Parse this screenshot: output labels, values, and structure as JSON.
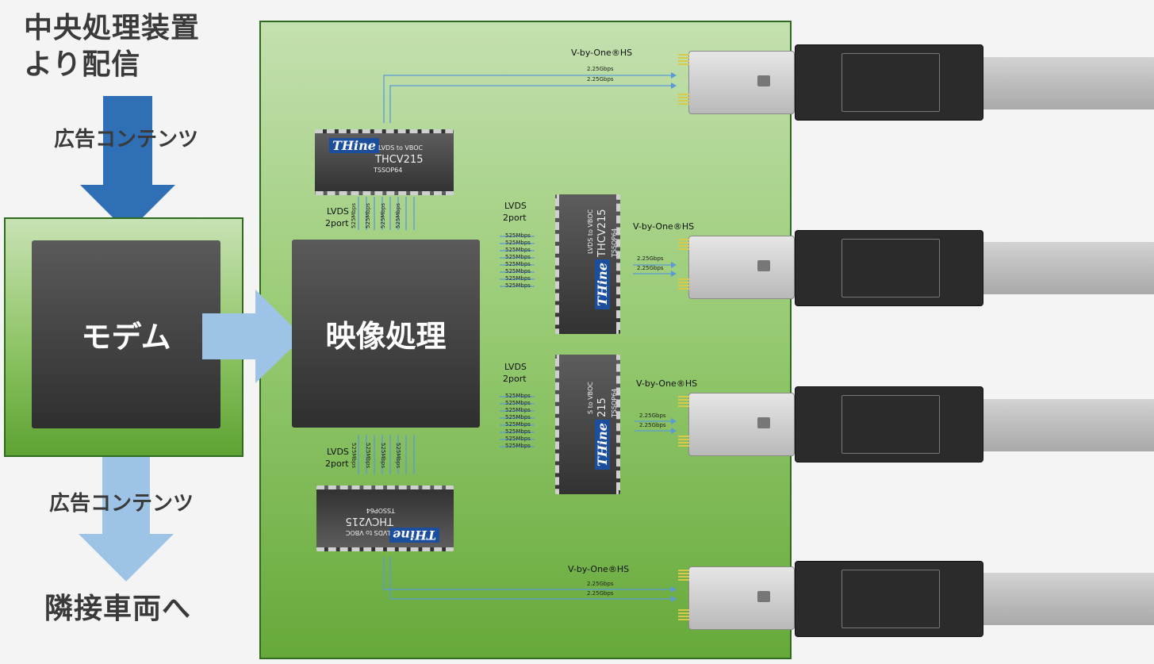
{
  "labels": {
    "source_line1": "中央処理装置",
    "source_line2": "より配信",
    "content_top": "広告コンテンツ",
    "content_bottom": "広告コンテンツ",
    "destination": "隣接車両へ",
    "modem": "モデム",
    "video": "映像処理"
  },
  "chips": {
    "brand": "THine",
    "subtitle": "LVDS to VBOC",
    "subtitle_partial": "S to VBOC",
    "part": "THCV215",
    "part_partial": "215",
    "package": "TSSOP64"
  },
  "links": {
    "lvds": "LVDS",
    "port": "2port",
    "lane_rate": "525Mbps",
    "vbo": "V-by-One®HS",
    "vbo_rate": "2.25Gbps"
  },
  "colors": {
    "dark_arrow": "#2e6fb5",
    "light_arrow": "#9dc3e6",
    "line_arrow": "#5b9bd5",
    "board_green": "#7ab84f",
    "thine_blue": "#1b4e9c"
  }
}
